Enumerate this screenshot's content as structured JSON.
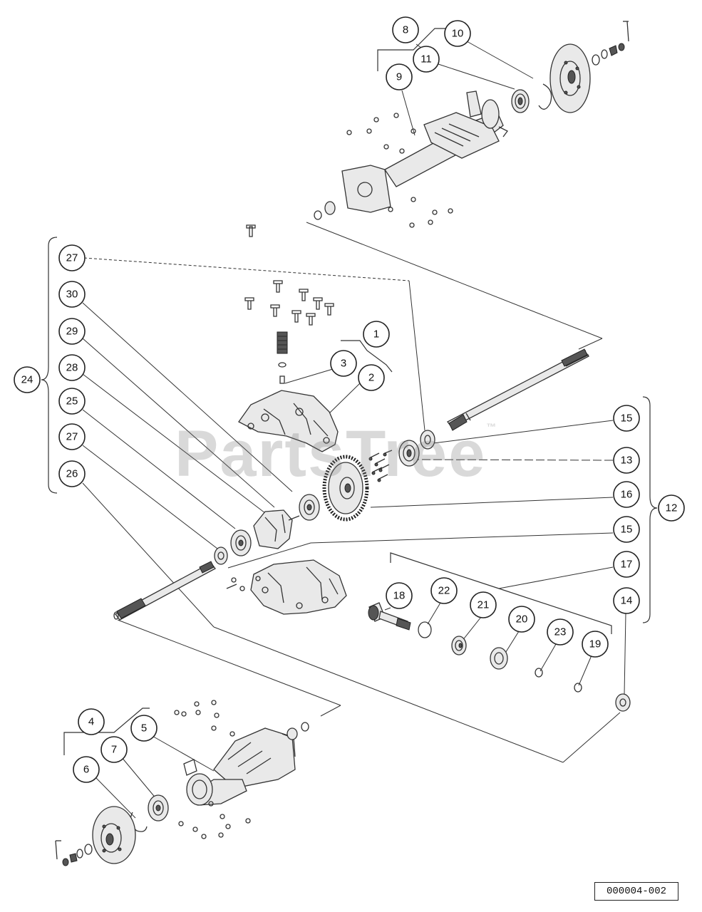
{
  "watermark": {
    "text": "PartsTree",
    "mark": "™"
  },
  "reference_code": "000004-002",
  "callouts": [
    {
      "label": "8"
    },
    {
      "label": "10"
    },
    {
      "label": "11"
    },
    {
      "label": "9"
    },
    {
      "label": "27"
    },
    {
      "label": "30"
    },
    {
      "label": "29"
    },
    {
      "label": "28"
    },
    {
      "label": "25"
    },
    {
      "label": "27"
    },
    {
      "label": "26"
    },
    {
      "label": "24"
    },
    {
      "label": "1"
    },
    {
      "label": "3"
    },
    {
      "label": "2"
    },
    {
      "label": "15"
    },
    {
      "label": "13"
    },
    {
      "label": "16"
    },
    {
      "label": "12"
    },
    {
      "label": "15"
    },
    {
      "label": "17"
    },
    {
      "label": "14"
    },
    {
      "label": "18"
    },
    {
      "label": "22"
    },
    {
      "label": "21"
    },
    {
      "label": "20"
    },
    {
      "label": "23"
    },
    {
      "label": "19"
    },
    {
      "label": "4"
    },
    {
      "label": "5"
    },
    {
      "label": "7"
    },
    {
      "label": "6"
    }
  ]
}
